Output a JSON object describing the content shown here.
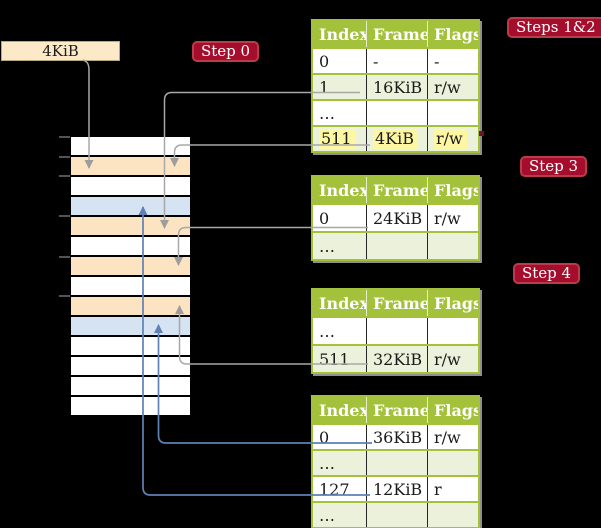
{
  "colors": {
    "background": "#000000",
    "table_green": "#a3c13a",
    "table_row_green": "#ebf1da",
    "row_wheat": "#fce4c3",
    "row_blue": "#d6e3f3",
    "label_red": "#a40e2c",
    "label_red_border": "#bb3b49",
    "highlight_yellow": "#fdf6a3",
    "arrow_gray": "#a8a8a8",
    "arrow_blue": "#5f81b5",
    "frame_box_fill": "#fbe9c8"
  },
  "frame_box": {
    "label": "4KiB"
  },
  "step_labels": {
    "step0": "Step 0",
    "steps12": "Steps 1&2",
    "step3": "Step 3",
    "step4": "Step 4"
  },
  "memory_column": {
    "rows": [
      "white",
      "wheat",
      "white",
      "blue",
      "wheat",
      "white",
      "wheat",
      "white",
      "wheat",
      "blue",
      "white",
      "white",
      "white",
      "white"
    ]
  },
  "page_tables": [
    {
      "name": "page-table-steps-1-2",
      "headers": [
        "Index",
        "Frame",
        "Flags"
      ],
      "rows": [
        {
          "cells": [
            "0",
            "-",
            "-"
          ],
          "shaded": false,
          "highlighted": false
        },
        {
          "cells": [
            "1",
            "16KiB",
            "r/w"
          ],
          "shaded": true,
          "highlighted": false
        },
        {
          "cells": [
            "…",
            "",
            ""
          ],
          "shaded": false,
          "highlighted": false
        },
        {
          "cells": [
            "511",
            "4KiB",
            "r/w"
          ],
          "shaded": true,
          "highlighted": true
        }
      ]
    },
    {
      "name": "page-table-step-3",
      "headers": [
        "Index",
        "Frame",
        "Flags"
      ],
      "rows": [
        {
          "cells": [
            "0",
            "24KiB",
            "r/w"
          ],
          "shaded": false,
          "highlighted": false
        },
        {
          "cells": [
            "…",
            "",
            ""
          ],
          "shaded": true,
          "highlighted": false
        }
      ]
    },
    {
      "name": "page-table-step-4",
      "headers": [
        "Index",
        "Frame",
        "Flags"
      ],
      "rows": [
        {
          "cells": [
            "…",
            "",
            ""
          ],
          "shaded": false,
          "highlighted": false
        },
        {
          "cells": [
            "511",
            "32KiB",
            "r/w"
          ],
          "shaded": true,
          "highlighted": false
        }
      ]
    },
    {
      "name": "page-table-final",
      "headers": [
        "Index",
        "Frame",
        "Flags"
      ],
      "rows": [
        {
          "cells": [
            "0",
            "36KiB",
            "r/w"
          ],
          "shaded": false,
          "highlighted": false
        },
        {
          "cells": [
            "…",
            "",
            ""
          ],
          "shaded": true,
          "highlighted": false
        },
        {
          "cells": [
            "127",
            "12KiB",
            "r"
          ],
          "shaded": false,
          "highlighted": false
        },
        {
          "cells": [
            "…",
            "",
            ""
          ],
          "shaded": true,
          "highlighted": false
        }
      ]
    }
  ]
}
